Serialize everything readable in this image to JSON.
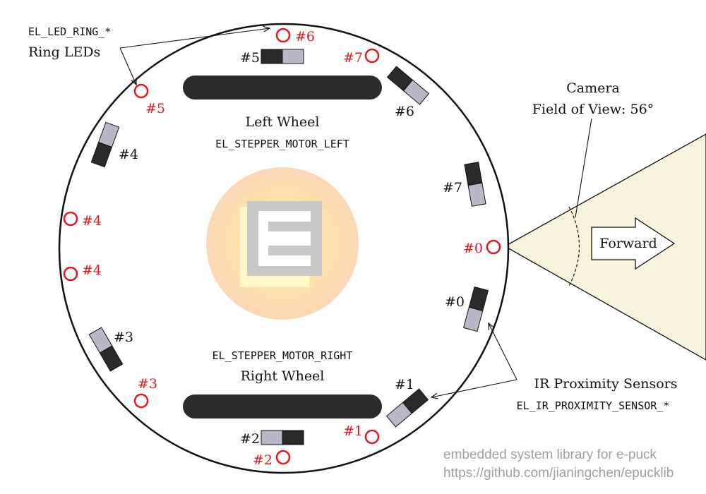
{
  "colors": {
    "led": "#e8161b",
    "led_label": "#e8161b",
    "black": "#111111",
    "sensor_dark": "#2a2a2a",
    "sensor_light": "#b8b8c8",
    "wheel": "#2b2b2b",
    "fov_fill": "#f8f3dc",
    "footer": "#a0a0a0"
  },
  "labels": {
    "led_ring_code": "EL_LED_RING_*",
    "led_ring_title": "Ring LEDs",
    "left_wheel_title": "Left Wheel",
    "left_wheel_code": "EL_STEPPER_MOTOR_LEFT",
    "right_wheel_title": "Right Wheel",
    "right_wheel_code": "EL_STEPPER_MOTOR_RIGHT",
    "camera_line1": "Camera",
    "camera_line2": "Field of View: 56°",
    "forward": "Forward",
    "ir_title": "IR Proximity Sensors",
    "ir_code": "EL_IR_PROXIMITY_SENSOR_*",
    "footer_line1": "embedded system library for e-puck",
    "footer_line2": "https://github.com/jianingchen/epucklib"
  },
  "logo": {
    "letter": "E"
  },
  "leds": [
    {
      "label": "#0"
    },
    {
      "label": "#1"
    },
    {
      "label": "#2"
    },
    {
      "label": "#3"
    },
    {
      "label": "#4"
    },
    {
      "label": "#4"
    },
    {
      "label": "#5"
    },
    {
      "label": "#6"
    },
    {
      "label": "#7"
    }
  ],
  "sensors": [
    {
      "label": "#0"
    },
    {
      "label": "#1"
    },
    {
      "label": "#2"
    },
    {
      "label": "#3"
    },
    {
      "label": "#4"
    },
    {
      "label": "#5"
    },
    {
      "label": "#6"
    },
    {
      "label": "#7"
    }
  ]
}
